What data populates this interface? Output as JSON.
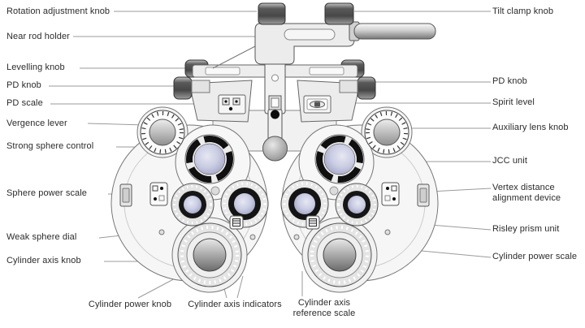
{
  "diagram": {
    "subject": "phoropter-parts-diagram",
    "labels_left": [
      {
        "text": "Rotation adjustment knob"
      },
      {
        "text": "Near rod holder"
      },
      {
        "text": "Levelling knob"
      },
      {
        "text": "PD knob"
      },
      {
        "text": "PD scale"
      },
      {
        "text": "Vergence lever"
      },
      {
        "text": "Strong sphere control"
      },
      {
        "text": "Sphere power scale"
      },
      {
        "text": "Weak sphere dial"
      },
      {
        "text": "Cylinder axis knob"
      }
    ],
    "labels_right": [
      {
        "text": "Tilt clamp knob"
      },
      {
        "text": "PD knob"
      },
      {
        "text": "Spirit level"
      },
      {
        "text": "Auxiliary lens knob"
      },
      {
        "text": "JCC unit"
      },
      {
        "text": "Vertex distance alignment device"
      },
      {
        "text": "Risley prism unit"
      },
      {
        "text": "Cylinder power scale"
      }
    ],
    "labels_bottom": [
      {
        "text": "Cylinder power knob"
      },
      {
        "text": "Cylinder axis indicators"
      },
      {
        "text": "Cylinder axis reference scale"
      }
    ],
    "colors": {
      "background": "#ffffff",
      "leader_line": "#9b9b9b",
      "label_text": "#2b2b2b",
      "lens_tint": "#c9cbe2",
      "ring_black": "#141414",
      "metal_light": "#ececec",
      "metal_dark": "#4f4f4f"
    }
  }
}
